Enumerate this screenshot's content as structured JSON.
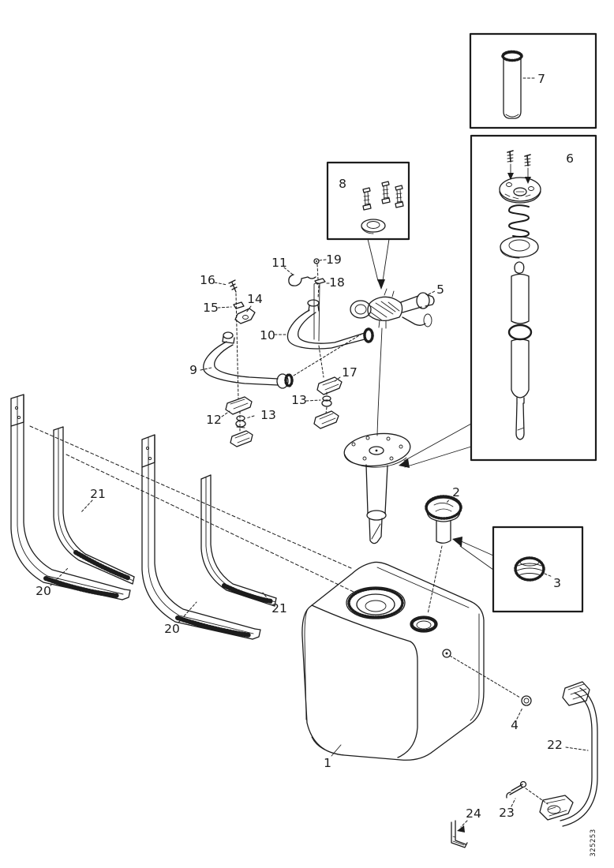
{
  "colors": {
    "ink": "#1c1c1c",
    "background": "#ffffff"
  },
  "figure_number": "325253",
  "callouts": {
    "p1": "1",
    "p2": "2",
    "p3": "3",
    "p4": "4",
    "p5": "5",
    "p6": "6",
    "p7": "7",
    "p8": "8",
    "p9": "9",
    "p10": "10",
    "p11": "11",
    "p12": "12",
    "p13a": "13",
    "p13b": "13",
    "p14": "14",
    "p15": "15",
    "p16": "16",
    "p17": "17",
    "p18": "18",
    "p19": "19",
    "p20a": "20",
    "p20b": "20",
    "p21a": "21",
    "p21b": "21",
    "p22": "22",
    "p23": "23",
    "p24": "24"
  }
}
